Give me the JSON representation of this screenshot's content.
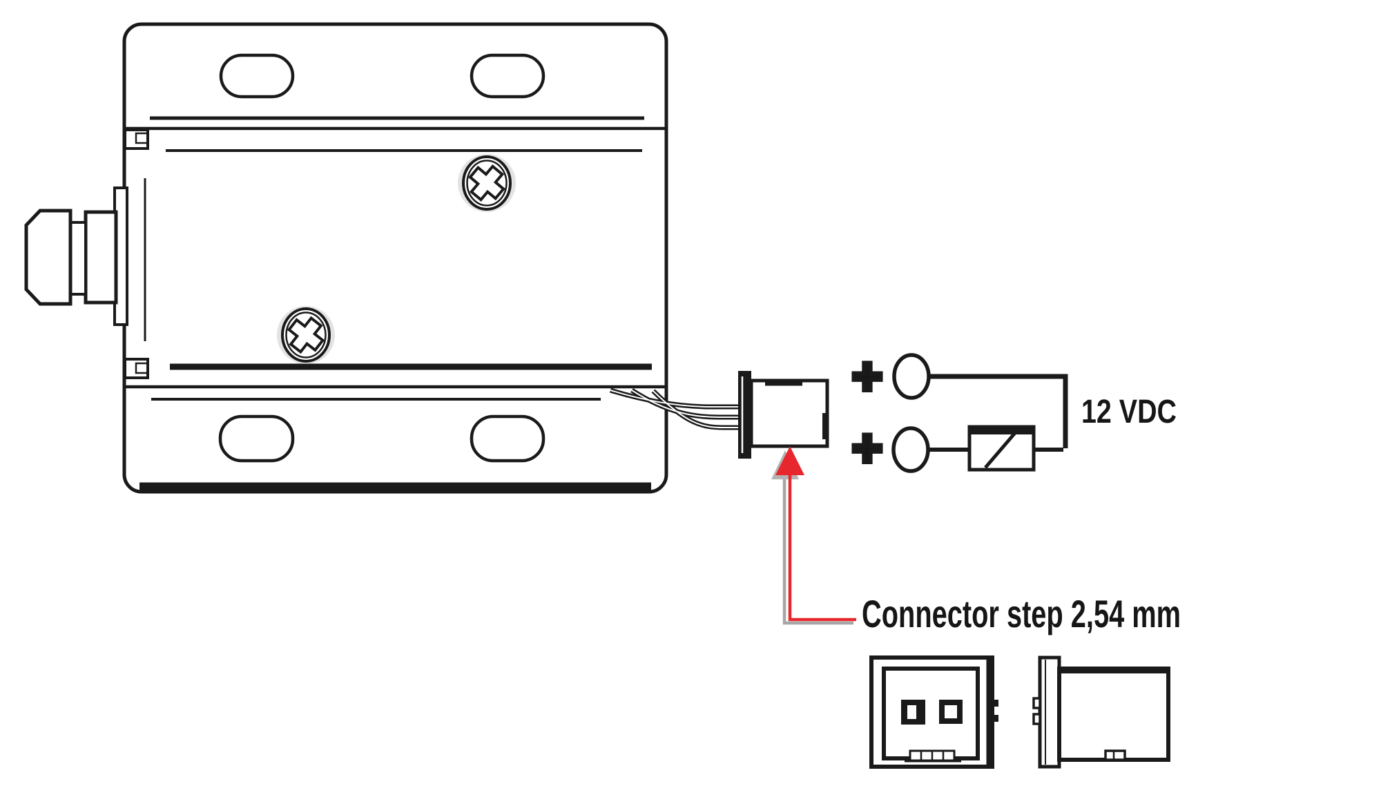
{
  "diagram": {
    "title": "solenoid-lock-wiring-diagram",
    "labels": {
      "voltage": "12 VDC",
      "connector_note": "Connector step 2,54 mm",
      "plus_top": "+",
      "plus_bottom": "+"
    },
    "colors": {
      "line": "#1a1a1a",
      "arrow_red": "#e8262d",
      "shadow_gray": "#a6a6a6",
      "background": "#ffffff"
    },
    "parts": [
      "solenoid-lock-top-view",
      "mounting-slot",
      "phillips-screw",
      "plunger-pin",
      "wire-harness",
      "two-pin-connector",
      "polarity-circuit",
      "terminal-ring",
      "varistor",
      "callout-arrow",
      "connector-front-view",
      "connector-side-view"
    ]
  }
}
